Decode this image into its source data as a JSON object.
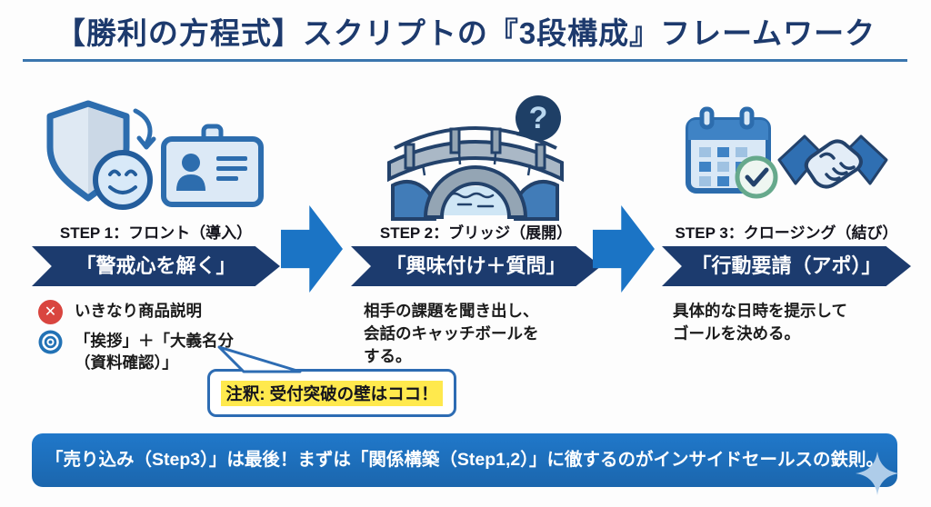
{
  "title": "【勝利の方程式】スクリプトの『3段構成』フレームワーク",
  "steps": [
    {
      "label": "STEP 1：フロント（導入）",
      "banner": "「警戒心を解く」",
      "ng_text": "いきなり商品説明",
      "ok_text": "「挨拶」＋「大義名分\n（資料確認）」"
    },
    {
      "label": "STEP 2：ブリッジ（展開）",
      "banner": "「興味付け＋質問」",
      "description": "相手の課題を聞き出し、\n会話のキャッチボールを\nする。"
    },
    {
      "label": "STEP 3：クロージング（結び）",
      "banner": "「行動要請（アポ）」",
      "description": "具体的な日時を提示して\nゴールを決める。"
    }
  ],
  "callout": {
    "text": "注釈: 受付突破の壁はココ！"
  },
  "footer": {
    "text": "「売り込み（Step3）」は最後！まずは「関係構築（Step1,2）」に徹するのがインサイドセールスの鉄則。"
  },
  "icons": {
    "ng_mark": "✕",
    "question_mark": "?",
    "step1": [
      "shield-smile-icon",
      "id-card-icon"
    ],
    "step2": [
      "bridge-icon",
      "question-bubble-icon"
    ],
    "step3": [
      "calendar-check-icon",
      "handshake-icon"
    ]
  },
  "colors": {
    "title_navy": "#1d3a6d",
    "banner_navy": "#1c3b6e",
    "arrow_blue": "#1b74c5",
    "footer_blue": "#1d70bf",
    "highlight_yellow": "#ffe94d",
    "ng_red": "#d9453f",
    "ok_blue": "#2272b5"
  }
}
